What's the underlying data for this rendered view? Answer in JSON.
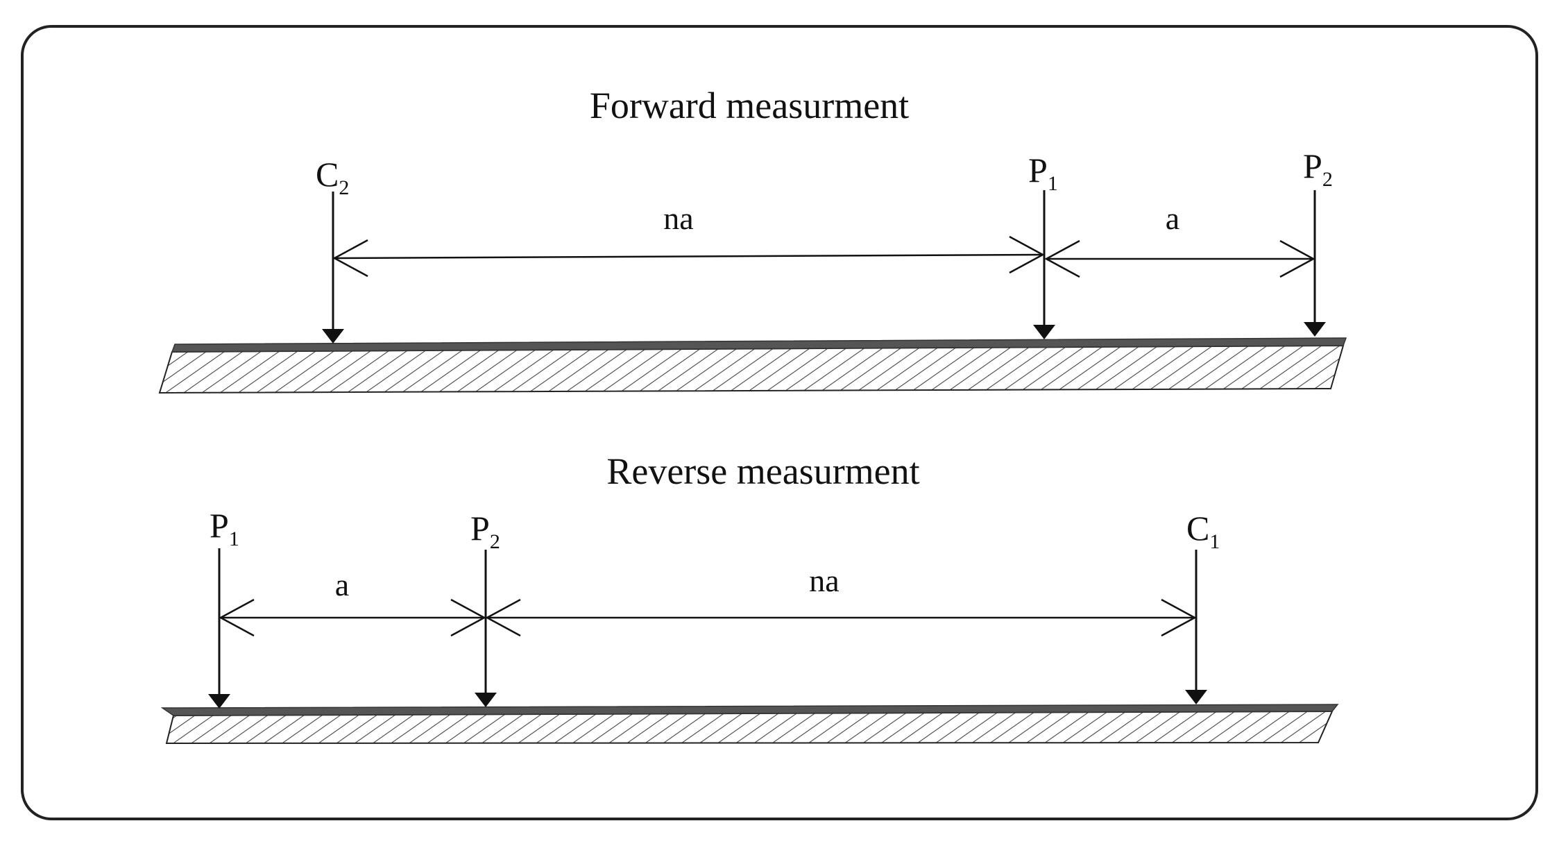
{
  "forward": {
    "title": "Forward measurment",
    "probes": [
      {
        "letter": "C",
        "sub": "2"
      },
      {
        "letter": "P",
        "sub": "1"
      },
      {
        "letter": "P",
        "sub": "2"
      }
    ],
    "spacings": [
      "na",
      "a"
    ]
  },
  "reverse": {
    "title": "Reverse measurment",
    "probes": [
      {
        "letter": "P",
        "sub": "1"
      },
      {
        "letter": "P",
        "sub": "2"
      },
      {
        "letter": "C",
        "sub": "1"
      }
    ],
    "spacings": [
      "a",
      "na"
    ]
  },
  "colors": {
    "border": "#222222",
    "line": "#111111",
    "ground_surface": "#555555",
    "hatch": "#444444"
  }
}
